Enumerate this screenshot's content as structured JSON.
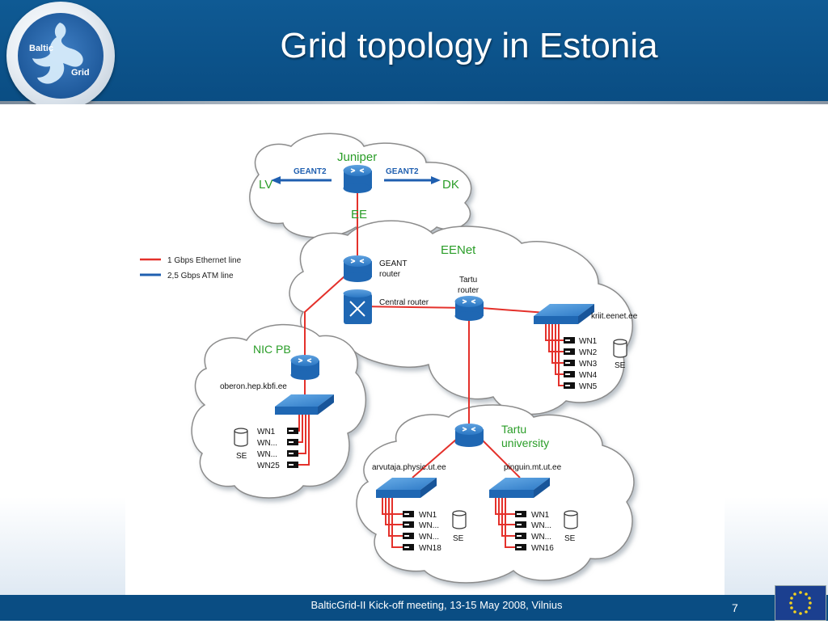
{
  "slide": {
    "title": "Grid topology in Estonia",
    "footer": "BalticGrid-II Kick-off meeting, 13-15 May 2008, Vilnius",
    "page_number": "7",
    "logo": {
      "word1": "Baltic",
      "word2": "Grid"
    }
  },
  "legend": [
    {
      "label": "1 Gbps Ethernet line",
      "color": "#e4312b"
    },
    {
      "label": "2,5 Gbps ATM line",
      "color": "#1f5fb0"
    }
  ],
  "colors": {
    "header": "#0a4d83",
    "cloud_label": "#2a9d28",
    "router": "#1f67b3",
    "ethernet": "#e4312b",
    "atm": "#1f5fb0"
  },
  "clouds": {
    "juniper": {
      "label": "Juniper",
      "left": "LV",
      "right": "DK",
      "bottom": "EE",
      "geant_left": "GEANT2",
      "geant_right": "GEANT2"
    },
    "eenet": {
      "label": "EENet",
      "geant_router": [
        "GEANT",
        "router"
      ],
      "central_router": "Central router",
      "tartu_router": [
        "Tartu",
        "router"
      ],
      "kriit": "kriit.eenet.ee",
      "kriit_wn": [
        "WN1",
        "WN2",
        "WN3",
        "WN4",
        "WN5"
      ],
      "kriit_se": "SE"
    },
    "nicpb": {
      "label": "NIC PB",
      "host": "oberon.hep.kbfi.ee",
      "wn": [
        "WN1",
        "WN...",
        "WN...",
        "WN25"
      ],
      "se": "SE"
    },
    "tartu_uni": {
      "label": [
        "Tartu",
        "university"
      ],
      "host1": "arvutaja.physic.ut.ee",
      "host1_wn": [
        "WN1",
        "WN...",
        "WN...",
        "WN18"
      ],
      "host1_se": "SE",
      "host2": "pinguin.mt.ut.ee",
      "host2_wn": [
        "WN1",
        "WN...",
        "WN...",
        "WN16"
      ],
      "host2_se": "SE"
    }
  }
}
